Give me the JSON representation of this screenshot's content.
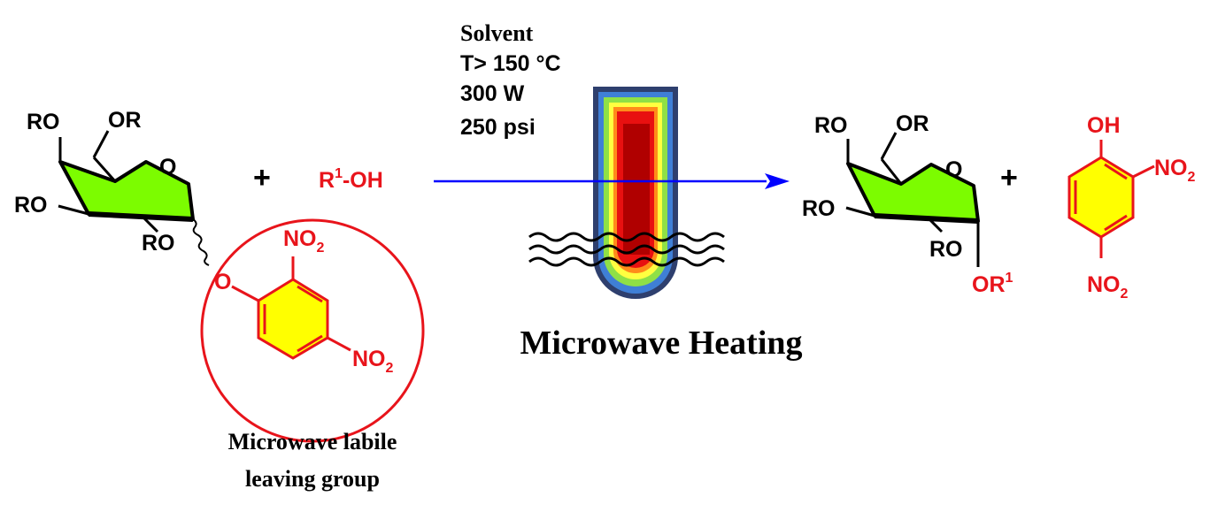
{
  "conditions": {
    "solvent": "Solvent",
    "temperature": "T> 150 °C",
    "power": "300   W",
    "pressure": "250 psi"
  },
  "caption": "Microwave Heating",
  "leaving_group_caption": {
    "line1": "Microwave labile",
    "line2": "leaving group"
  },
  "plus_sign": "+",
  "reactant_sugar": {
    "ro": "RO",
    "or": "OR",
    "ring_o": "O"
  },
  "leaving_group": {
    "o": "O",
    "no": "NO",
    "sub2": "2"
  },
  "alcohol": {
    "r": "R",
    "sup1": "1",
    "oh": "-OH"
  },
  "product_sugar": {
    "ro": "RO",
    "or": "OR",
    "ring_o": "O",
    "anomeric_or": "OR",
    "sup1": "1"
  },
  "phenol_product": {
    "oh": "OH",
    "no": "NO",
    "sub2": "2"
  },
  "colors": {
    "ring_fill": "#7cfc00",
    "aromatic_fill": "#ffff00",
    "label_red": "#e8141b",
    "arrow": "#0000ff",
    "tube_outer": "#2e3f6e",
    "tube_blue": "#3f7fd6",
    "tube_green": "#8fe046",
    "tube_yellow": "#ffff40",
    "tube_orange": "#ff8c1a",
    "tube_red": "#e81010",
    "tube_core": "#b00000"
  }
}
